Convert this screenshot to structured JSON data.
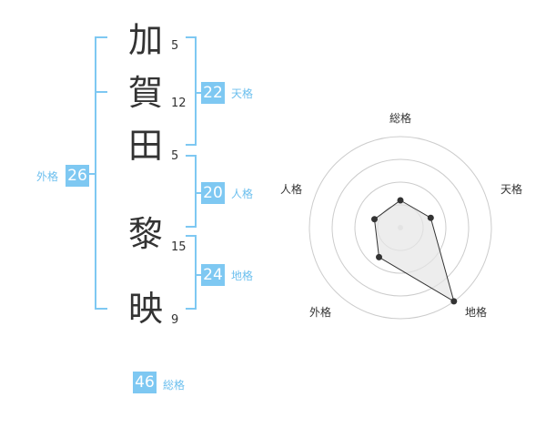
{
  "name": {
    "characters": [
      {
        "char": "加",
        "strokes": "5"
      },
      {
        "char": "賀",
        "strokes": "12"
      },
      {
        "char": "田",
        "strokes": "5"
      },
      {
        "char": "黎",
        "strokes": "15"
      },
      {
        "char": "映",
        "strokes": "9"
      }
    ]
  },
  "fortune": {
    "tenkaku": {
      "value": "22",
      "label": "天格"
    },
    "jinkaku": {
      "value": "20",
      "label": "人格"
    },
    "chikaku": {
      "value": "24",
      "label": "地格"
    },
    "gaikaku": {
      "value": "26",
      "label": "外格"
    },
    "soukaku": {
      "value": "46",
      "label": "総格"
    }
  },
  "colors": {
    "accent": "#7ec8f2",
    "text": "#333333",
    "grid": "#cccccc",
    "fill": "#e6e6e6"
  },
  "chart_data": {
    "type": "radar",
    "axes": [
      "総格",
      "天格",
      "地格",
      "外格",
      "人格"
    ],
    "values": [
      0.3,
      0.35,
      1.0,
      0.4,
      0.3
    ],
    "rings": 4
  }
}
